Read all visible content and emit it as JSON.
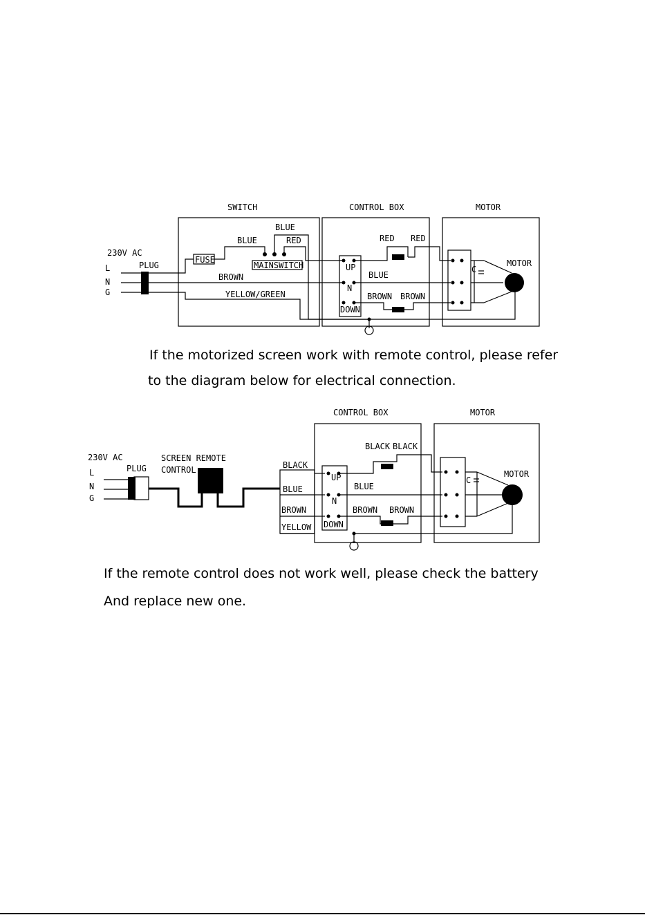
{
  "diagram1": {
    "headers": {
      "switch": "SWITCH",
      "control_box": "CONTROL BOX",
      "motor": "MOTOR"
    },
    "power": {
      "source": "230V AC",
      "l": "L",
      "n": "N",
      "g": "G",
      "plug": "PLUG"
    },
    "switch_labels": {
      "blue_top": "BLUE",
      "blue": "BLUE",
      "red": "RED",
      "fuse": "FUSE",
      "mainswitch": "MAINSWITCH",
      "brown": "BROWN",
      "yellow_green": "YELLOW/GREEN"
    },
    "control_labels": {
      "red_left": "RED",
      "red_right": "RED",
      "up": "UP",
      "n": "N",
      "down": "DOWN",
      "blue": "BLUE",
      "brown_left": "BROWN",
      "brown_right": "BROWN"
    },
    "motor_labels": {
      "c": "C",
      "motor": "MOTOR"
    }
  },
  "text1": {
    "line1": "If the motorized screen work with remote control, please refer",
    "line2": "to the diagram below for electrical connection."
  },
  "diagram2": {
    "headers": {
      "control_box": "CONTROL BOX",
      "motor": "MOTOR"
    },
    "power": {
      "source": "230V AC",
      "l": "L",
      "n": "N",
      "g": "G",
      "plug": "PLUG"
    },
    "remote": {
      "line1": "SCREEN REMOTE",
      "line2": "CONTROL"
    },
    "wire_labels": {
      "black": "BLACK",
      "blue": "BLUE",
      "brown": "BROWN",
      "yellow": "YELLOW"
    },
    "control_labels": {
      "black_left": "BLACK",
      "black_right": "BLACK",
      "up": "UP",
      "n": "N",
      "down": "DOWN",
      "blue": "BLUE",
      "brown_left": "BROWN",
      "brown_right": "BROWN"
    },
    "motor_labels": {
      "c": "C",
      "motor": "MOTOR"
    }
  },
  "text2": {
    "line1": "If the remote control does not work well, please check the battery",
    "line2": "And replace new one."
  }
}
